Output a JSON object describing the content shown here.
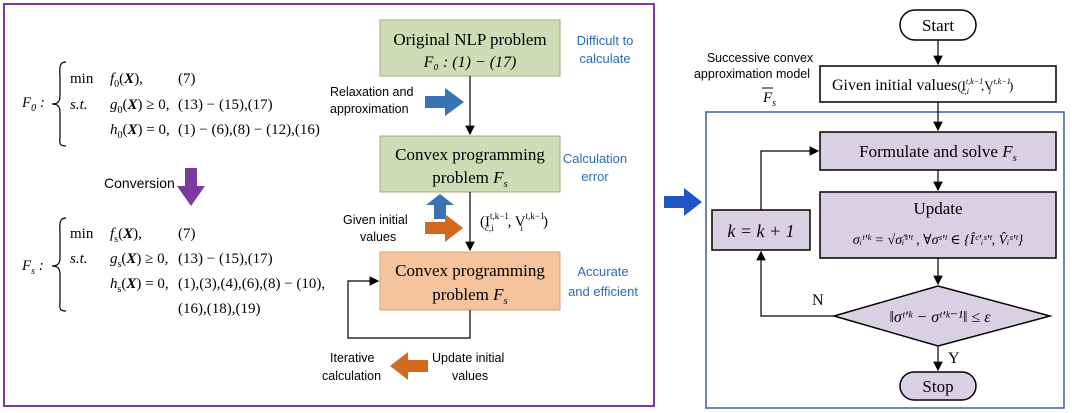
{
  "colors": {
    "left_panel_border": "#7b3aa0",
    "right_panel_border": "#3e5e9e",
    "green_box": "#cfdcb5",
    "orange_box": "#f6c49c",
    "purple_box": "#d9d0e3",
    "blue_note": "#2a6db4",
    "blue_arrow": "#3a73b4",
    "orange_arrow": "#d2691e",
    "purple_arrow": "#7b3aa0",
    "center_arrow": "#1e56c8"
  },
  "left": {
    "f0_label": "F",
    "f0_sub": "0",
    "f0_rows": [
      {
        "kw": "min",
        "expr_fn": "f",
        "expr_sub": "0",
        "expr_rest": "(X),",
        "refs": "(7)"
      },
      {
        "kw": "s.t.",
        "expr_fn": "g",
        "expr_sub": "0",
        "expr_rest": "(X) ≥ 0,",
        "refs": "(13) − (15),(17)"
      },
      {
        "kw": "",
        "expr_fn": "h",
        "expr_sub": "0",
        "expr_rest": "(X) = 0,",
        "refs": "(1) − (6),(8) − (12),(16)"
      }
    ],
    "conversion": "Conversion",
    "fs_label": "F",
    "fs_sub": "s",
    "fs_rows": [
      {
        "kw": "min",
        "expr_fn": "f",
        "expr_sub": "s",
        "expr_rest": "(X),",
        "refs": "(7)"
      },
      {
        "kw": "s.t.",
        "expr_fn": "g",
        "expr_sub": "s",
        "expr_rest": "(X) ≥ 0,",
        "refs": "(13) − (15),(17)"
      },
      {
        "kw": "",
        "expr_fn": "h",
        "expr_sub": "s",
        "expr_rest": "(X) = 0,",
        "refs": "(1),(3),(4),(6),(8) − (10),"
      },
      {
        "kw": "",
        "expr_fn": "",
        "expr_sub": "",
        "expr_rest": "",
        "refs": "(16),(18),(19)"
      }
    ]
  },
  "middle": {
    "box1_line1": "Original NLP problem",
    "box1_line2": "F₀ : (1) − (17)",
    "box1_note": [
      "Difficult to",
      "calculate"
    ],
    "relax_label": [
      "Relaxation and",
      "approximation"
    ],
    "box2_line1": "Convex programming",
    "box2_line2": "problem",
    "box2_var": "F",
    "box2_var_sub": "s",
    "box2_note": [
      "Calculation",
      "error"
    ],
    "given_label": [
      "Given initial",
      "values"
    ],
    "given_math": "(I",
    "given_math_sup": "t,k−1",
    "given_math_sub": "c,i",
    "given_math_mid": ", V",
    "given_math_sup2": "t,k−1",
    "given_math_sub2": "i",
    "box3_line1": "Convex programming",
    "box3_line2": "problem",
    "box3_note": [
      "Accurate",
      "and efficient"
    ],
    "iterative_label": [
      "Iterative",
      "calculation"
    ],
    "update_label": [
      "Update initial",
      "values"
    ]
  },
  "right": {
    "sca_label": [
      "Successive convex",
      "approximation model"
    ],
    "sca_var": "F",
    "sca_var_sub": "s",
    "start": "Start",
    "given": "Given initial values",
    "formulate": "Formulate and solve",
    "formulate_var": "F",
    "formulate_sub": "s",
    "update_title": "Update",
    "update_formula": "σᵢᵗ'ᵏ = √σ̂ᵢˢ'ᵗ ,  ∀σˢ'ᵗ ∈ {Îᶜ'ᵢˢ'ᵗ, V̂ᵢˢ'ᵗ}",
    "k_update": "k = k + 1",
    "condition": "‖σᵗ'ᵏ − σᵗ'ᵏ⁻¹‖ ≤ ε",
    "no": "N",
    "yes": "Y",
    "stop": "Stop"
  }
}
